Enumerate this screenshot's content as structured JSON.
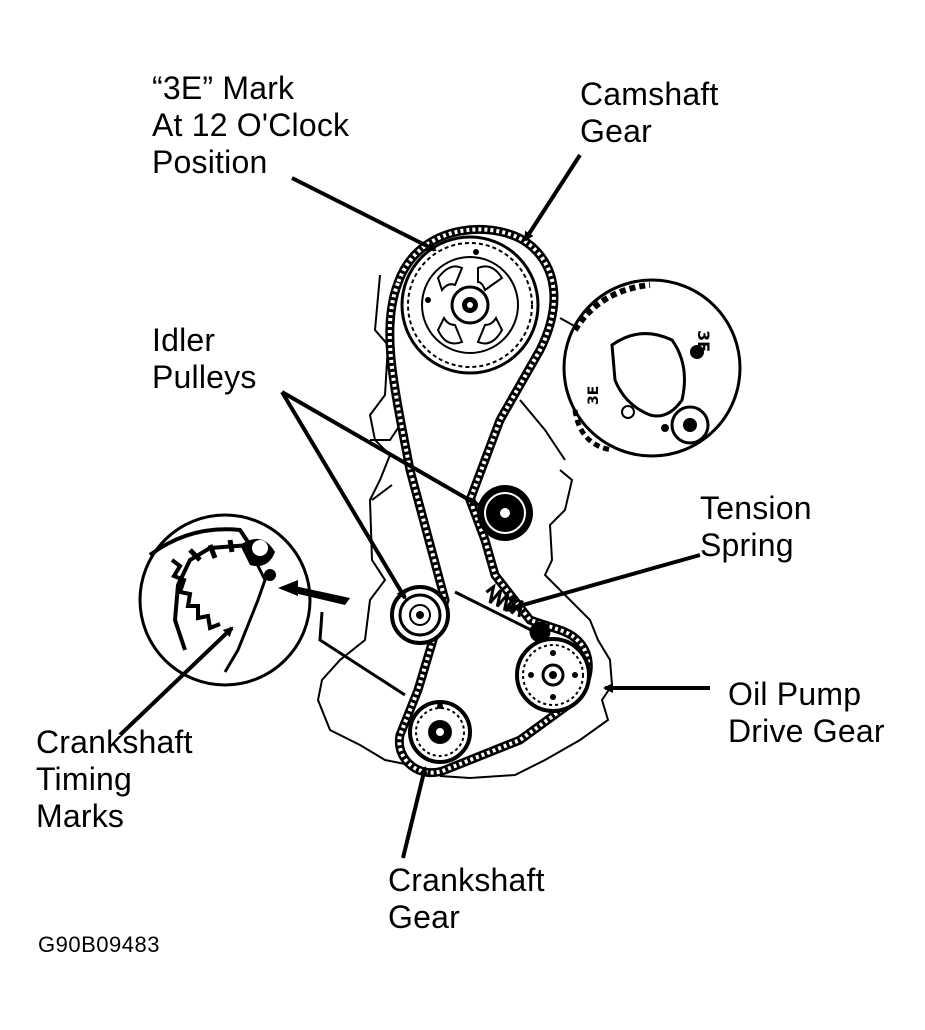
{
  "labels": {
    "mark_3e": [
      "“3E” Mark",
      "At 12 O'Clock",
      "Position"
    ],
    "camshaft_gear": [
      "Camshaft",
      "Gear"
    ],
    "idler_pulleys": [
      "Idler",
      "Pulleys"
    ],
    "tension_spring": [
      "Tension",
      "Spring"
    ],
    "oil_pump_drive_gear": [
      "Oil Pump",
      "Drive Gear"
    ],
    "crankshaft_timing_marks": [
      "Crankshaft",
      "Timing",
      "Marks"
    ],
    "crankshaft_gear": [
      "Crankshaft",
      "Gear"
    ]
  },
  "figure_id": "G90B09483",
  "colors": {
    "ink": "#000000",
    "paper": "#ffffff"
  }
}
